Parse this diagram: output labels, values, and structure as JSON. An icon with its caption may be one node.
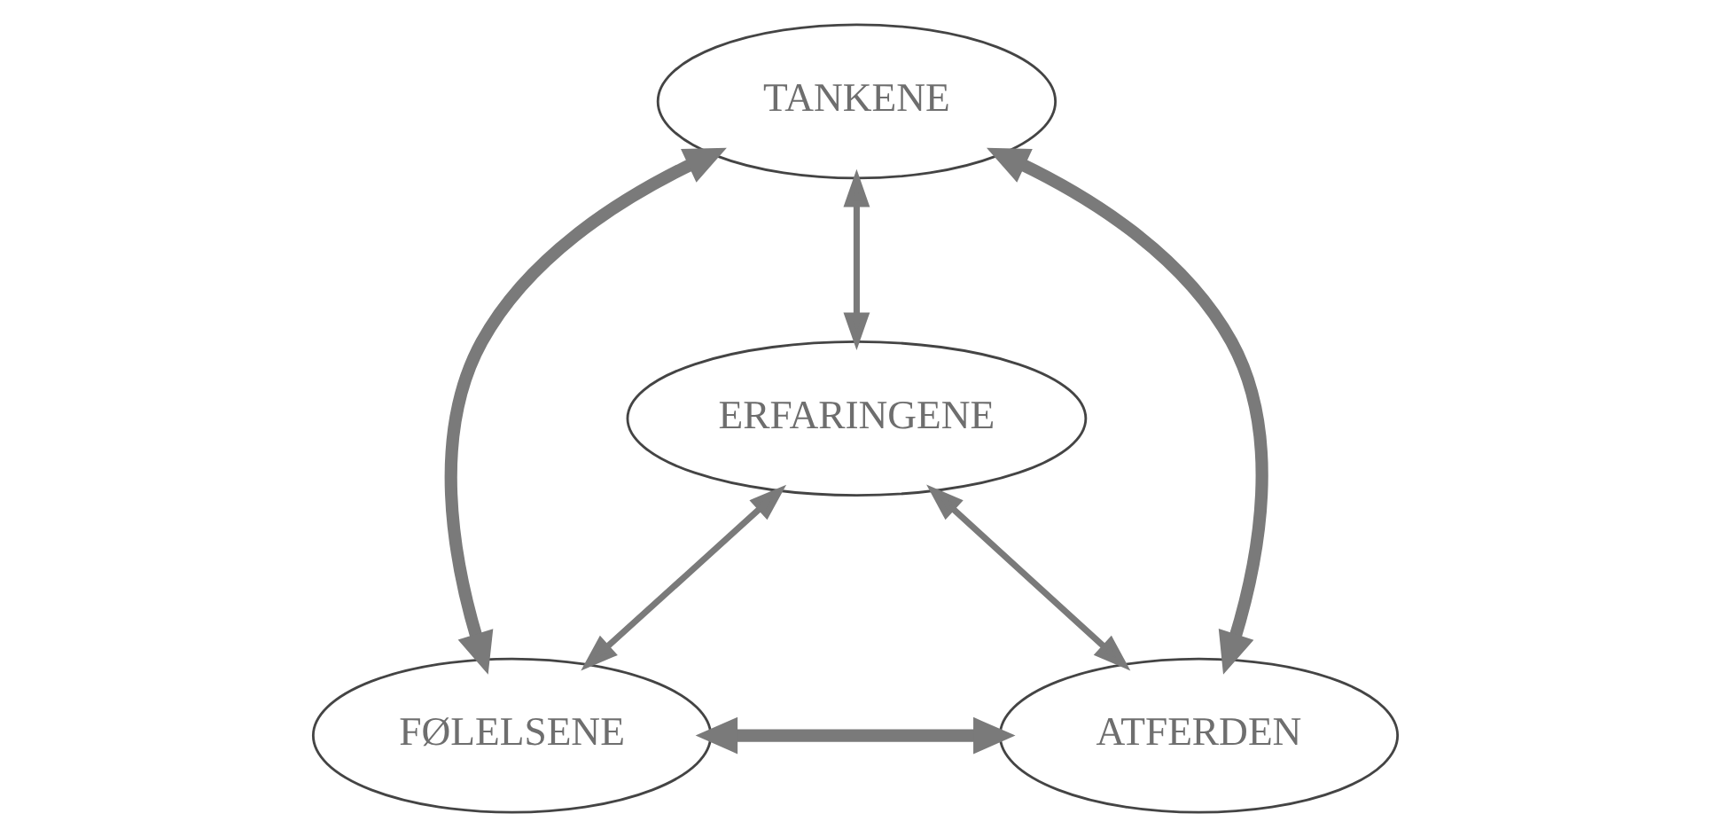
{
  "diagram": {
    "nodes": [
      {
        "text": [
          "TANKENE"
        ]
      },
      {
        "text": [
          "ERFARINGENE"
        ]
      },
      {
        "text": [
          "FØLELSENE"
        ]
      },
      {
        "text": [
          "ATFERDEN"
        ]
      }
    ],
    "edges": [
      {
        "from": 0,
        "to": 1,
        "arrow": "both"
      },
      {
        "from": 0,
        "to": 2,
        "arrow": "both",
        "style": "thick"
      },
      {
        "from": 0,
        "to": 3,
        "arrow": "both",
        "style": "thick"
      },
      {
        "from": 1,
        "to": 2,
        "arrow": "both"
      },
      {
        "from": 1,
        "to": 3,
        "arrow": "both"
      },
      {
        "from": 2,
        "to": 3,
        "arrow": "both",
        "style": "thick"
      }
    ]
  }
}
